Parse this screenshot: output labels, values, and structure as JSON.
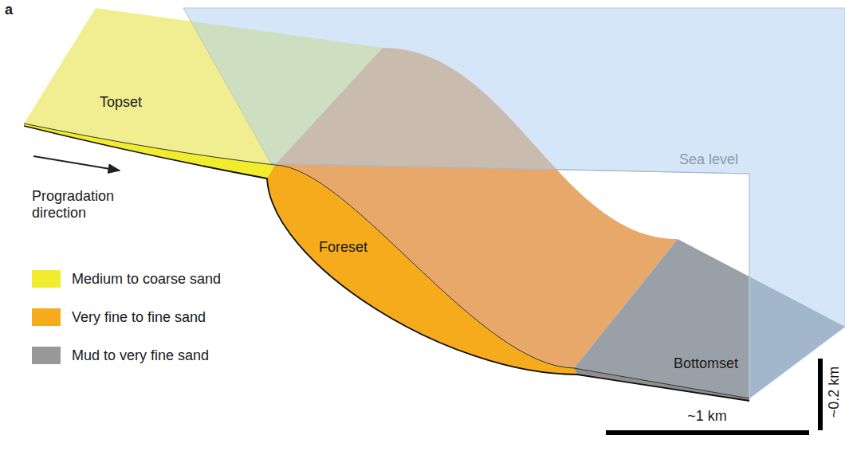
{
  "diagram": {
    "labels": [
      "a",
      "Topset",
      "Progradation direction",
      "Foreset",
      "Sea level",
      "Bottomset",
      "~1 km",
      "~0.2 km"
    ],
    "legend": [
      {
        "text": "Medium to coarse sand",
        "color": "#f2ec2e"
      },
      {
        "text": "Very fine to fine sand",
        "color": "#f6ab1c"
      },
      {
        "text": "Mud to very fine sand",
        "color": "#999999"
      }
    ]
  }
}
